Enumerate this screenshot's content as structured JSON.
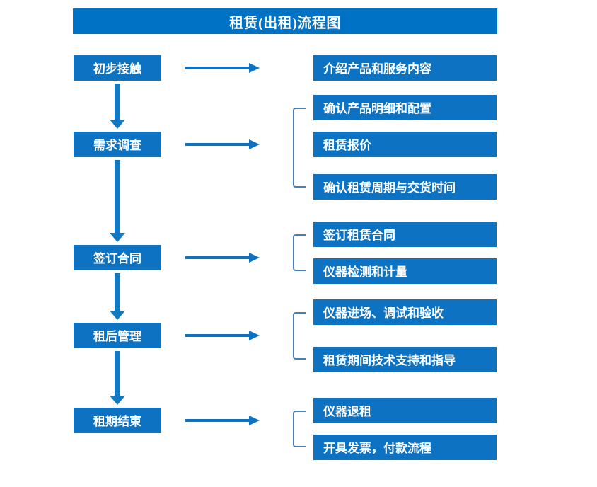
{
  "diagram": {
    "title": "租赁(出租)流程图",
    "colors": {
      "title_bar": "#0072C6",
      "node_fill": "#0E72C3",
      "node_text": "#FFFFFF",
      "arrow": "#1279C0",
      "bracket": "#4A7EBB",
      "background": "#FFFFFF"
    },
    "stages": [
      {
        "label": "初步接触",
        "outputs": [
          "介绍产品和服务内容"
        ],
        "grouped": false
      },
      {
        "label": "需求调查",
        "outputs": [
          "确认产品明细和配置",
          "租赁报价",
          "确认租赁周期与交货时间"
        ],
        "grouped": true
      },
      {
        "label": "签订合同",
        "outputs": [
          "签订租赁合同",
          "仪器检测和计量"
        ],
        "grouped": true
      },
      {
        "label": "租后管理",
        "outputs": [
          "仪器进场、调试和验收",
          "租赁期间技术支持和指导"
        ],
        "grouped": true
      },
      {
        "label": "租期结束",
        "outputs": [
          "仪器退租",
          "开具发票，付款流程"
        ],
        "grouped": true
      }
    ]
  }
}
